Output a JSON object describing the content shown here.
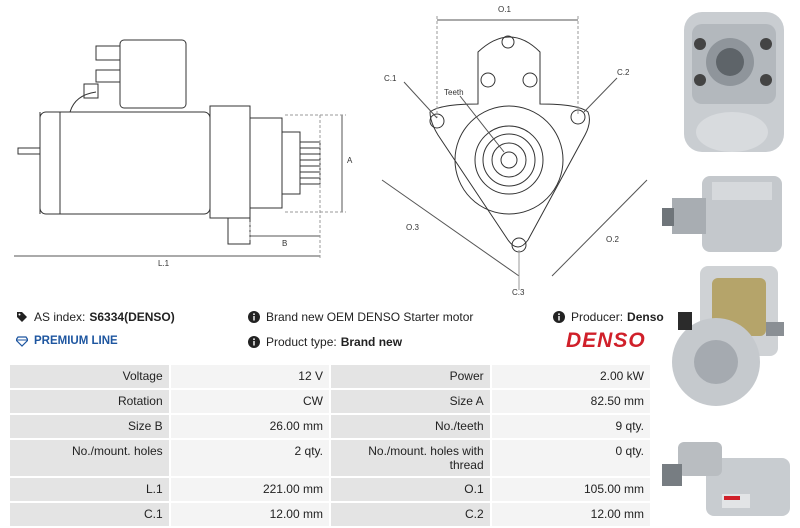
{
  "drawing": {
    "labels": {
      "o1": "O.1",
      "c1": "C.1",
      "c2": "C.2",
      "teeth": "Teeth",
      "o3": "O.3",
      "o2": "O.2",
      "c3": "C.3",
      "a": "A",
      "b": "B",
      "l1": "L.1"
    }
  },
  "info": {
    "as_index_label": "AS index:",
    "as_index_value": "S6334(DENSO)",
    "premium": "PREMIUM LINE",
    "description": "Brand new OEM DENSO Starter motor",
    "product_type_label": "Product type:",
    "product_type_value": "Brand new",
    "producer_label": "Producer:",
    "producer_value": "Denso",
    "brand_logo": "DENSO"
  },
  "specs": [
    {
      "l1": "Voltage",
      "v1": "12 V",
      "l2": "Power",
      "v2": "2.00 kW"
    },
    {
      "l1": "Rotation",
      "v1": "CW",
      "l2": "Size A",
      "v2": "82.50 mm"
    },
    {
      "l1": "Size B",
      "v1": "26.00 mm",
      "l2": "No./teeth",
      "v2": "9 qty."
    },
    {
      "l1": "No./mount. holes",
      "v1": "2 qty.",
      "l2": "No./mount. holes with thread",
      "v2": "0 qty."
    },
    {
      "l1": "L.1",
      "v1": "221.00 mm",
      "l2": "O.1",
      "v2": "105.00 mm"
    },
    {
      "l1": "C.1",
      "v1": "12.00 mm",
      "l2": "C.2",
      "v2": "12.00 mm"
    }
  ],
  "colors": {
    "brand": "#d0202a",
    "premium": "#1e56a0",
    "label_bg": "#e4e4e4",
    "value_bg": "#f4f4f4"
  },
  "icons": [
    "tag-icon",
    "diamond-icon",
    "info-icon"
  ]
}
